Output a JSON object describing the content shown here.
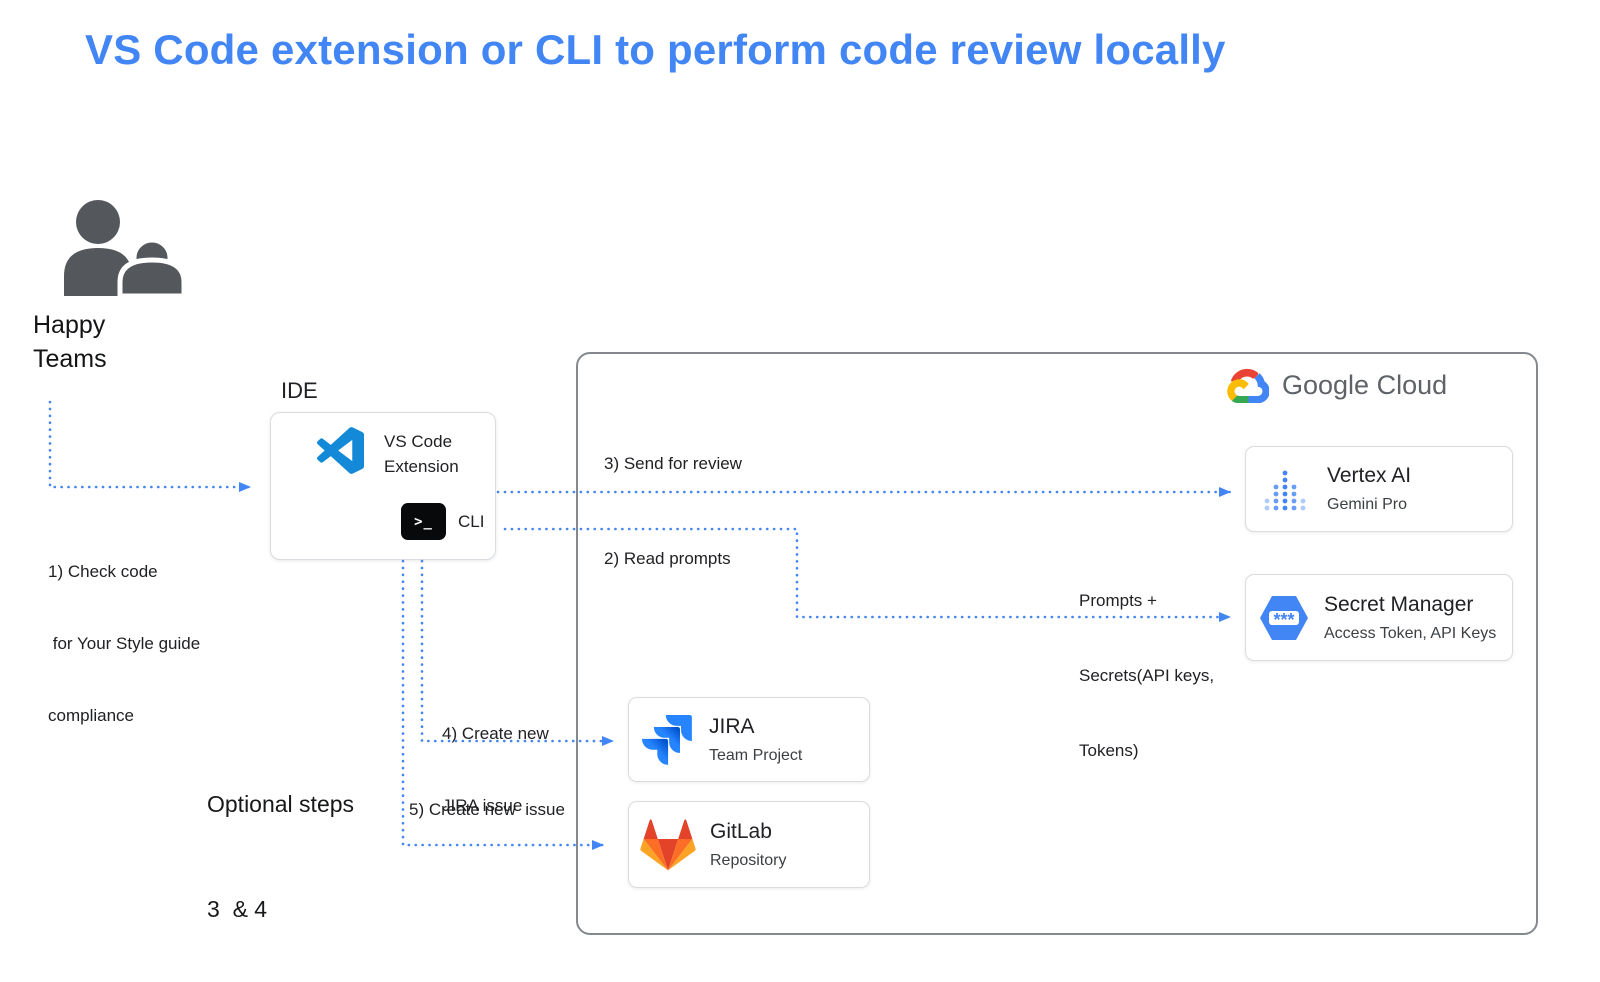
{
  "title": "VS Code extension or CLI to perform code review locally",
  "happy_teams": {
    "line1": "Happy",
    "line2": "Teams"
  },
  "ide": {
    "label": "IDE",
    "vscode_line1": "VS Code",
    "vscode_line2": "Extension",
    "cli_glyph": ">_",
    "cli_label": "CLI"
  },
  "google_cloud": {
    "label": "Google Cloud"
  },
  "nodes": {
    "vertex_ai": {
      "title": "Vertex AI",
      "subtitle": "Gemini Pro"
    },
    "secret_manager": {
      "title": "Secret Manager",
      "subtitle": "Access Token, API Keys",
      "icon_glyph": "***"
    },
    "jira": {
      "title": "JIRA",
      "subtitle": "Team Project"
    },
    "gitlab": {
      "title": "GitLab",
      "subtitle": "Repository"
    }
  },
  "annotations": {
    "step1_line1": "1) Check code",
    "step1_line2": " for Your Style guide",
    "step1_line3": "compliance",
    "step2": "2) Read prompts",
    "step3": "3) Send for review",
    "step4_line1": "4) Create new",
    "step4_line2": "JIRA issue",
    "step5": "5) Create new  issue",
    "prompts_line1": "Prompts +",
    "prompts_line2": "Secrets(API keys,",
    "prompts_line3": "Tokens)",
    "optional_line1": "Optional steps",
    "optional_line2": "3  & 4"
  },
  "colors": {
    "title_blue": "#4285F4",
    "connector_blue": "#4285F4",
    "text_primary": "#202124",
    "text_secondary": "#3C4043",
    "text_gray": "#5F6368",
    "card_border": "#DADCE0",
    "cloud_border": "#85898F"
  }
}
